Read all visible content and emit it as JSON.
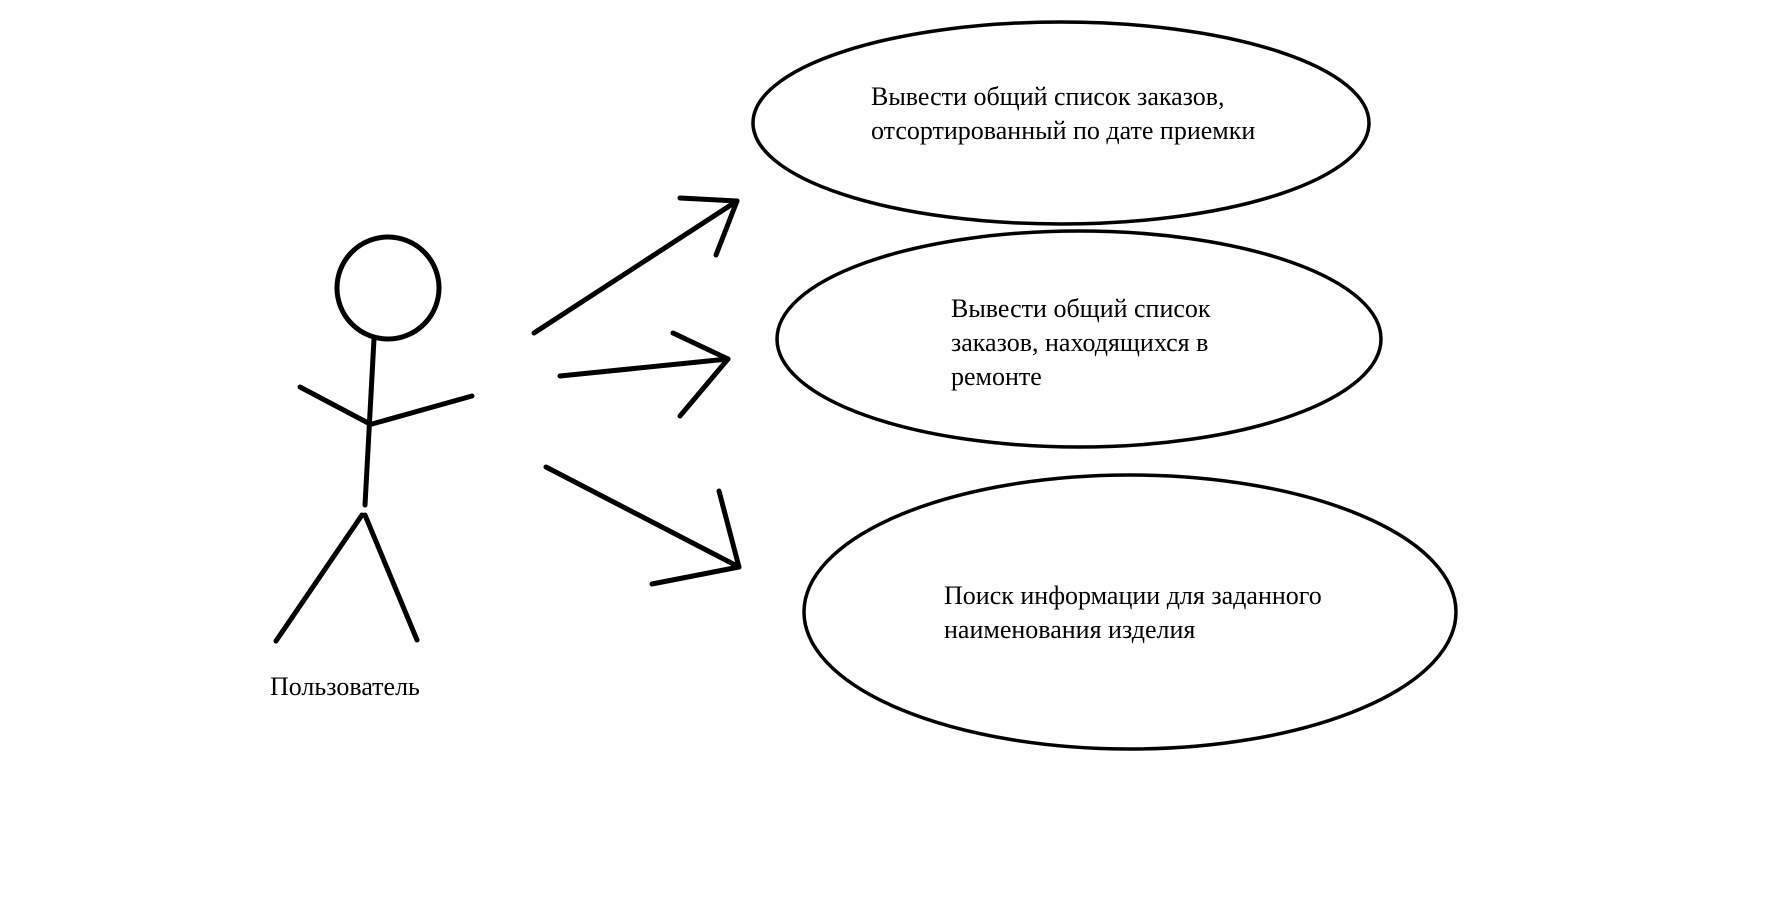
{
  "actor": {
    "label": "Пользователь"
  },
  "use_cases": [
    {
      "lines": [
        "Вывести общий список заказов,",
        "отсортированный по дате приемки"
      ]
    },
    {
      "lines": [
        "Вывести общий список",
        "заказов, находящихся в",
        "ремонте"
      ]
    },
    {
      "lines": [
        "Поиск информации для заданного",
        "наименования изделия"
      ]
    }
  ],
  "colors": {
    "stroke": "#000000",
    "background": "#ffffff"
  }
}
